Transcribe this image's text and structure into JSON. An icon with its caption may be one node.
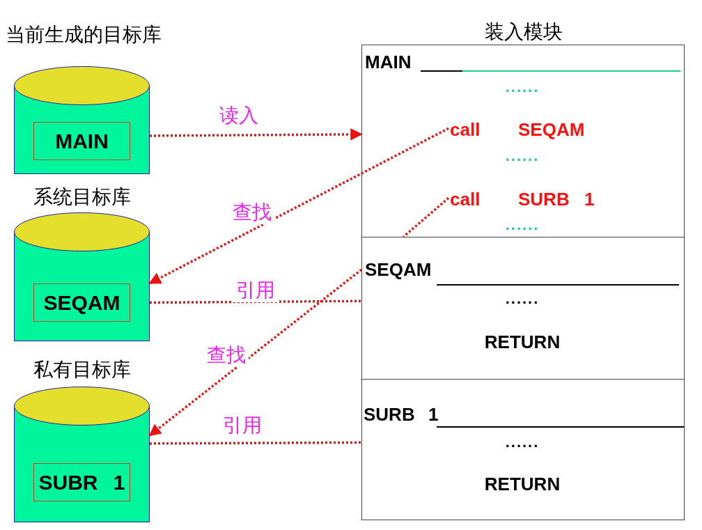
{
  "diagram": {
    "nodes": [
      {
        "text": [
          "当前生成的目标库"
        ]
      },
      {
        "text": [
          "MAIN"
        ],
        "in": 0
      },
      {
        "text": [
          "系统目标库"
        ]
      },
      {
        "text": [
          "SEQAM"
        ],
        "in": 2
      },
      {
        "text": [
          "私有目标库"
        ]
      },
      {
        "text": [
          "SUBR 1"
        ],
        "in": 4
      },
      {
        "text": [
          "装入模块"
        ]
      },
      {
        "text": [
          "MAIN",
          "......",
          "......",
          "......"
        ],
        "in": 6
      },
      {
        "text": [
          "call",
          "SEQAM"
        ],
        "in": 7
      },
      {
        "text": [
          "call",
          "SURB 1"
        ],
        "in": 7
      },
      {
        "text": [
          "SEQAM",
          "......",
          "RETURN"
        ],
        "in": 6
      },
      {
        "text": [
          "SURB 1",
          "......",
          "RETURN"
        ],
        "in": 6
      }
    ],
    "edges": [
      {
        "from": 0,
        "to": 7,
        "arrow": "to",
        "label": "读入"
      },
      {
        "from": 8,
        "to": 2,
        "arrow": "to",
        "label": "查找"
      },
      {
        "from": 2,
        "to": 10,
        "arrow": "none",
        "label": "引用"
      },
      {
        "from": 10,
        "to": 4,
        "arrow": "to",
        "label": "查找"
      },
      {
        "from": 9,
        "to": 10,
        "arrow": "none"
      },
      {
        "from": 4,
        "to": 11,
        "arrow": "none",
        "label": "引用"
      }
    ]
  }
}
